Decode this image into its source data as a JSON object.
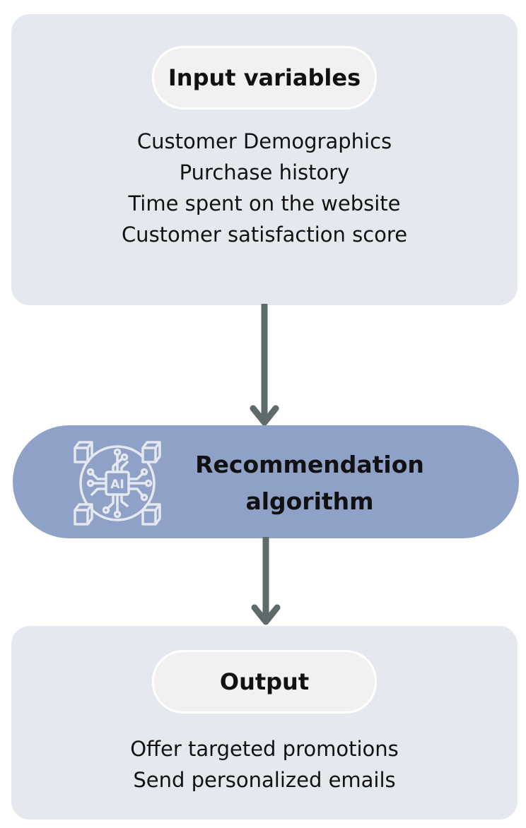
{
  "input": {
    "title": "Input variables",
    "items": [
      "Customer Demographics",
      "Purchase history",
      "Time spent on the website",
      "Customer satisfaction score"
    ]
  },
  "algorithm": {
    "title_line1": "Recommendation",
    "title_line2": "algorithm",
    "icon": "ai-chip-network-icon",
    "icon_text": "AI"
  },
  "output": {
    "title": "Output",
    "items": [
      "Offer targeted promotions",
      "Send personalized emails"
    ]
  },
  "colors": {
    "panel": "#e5e8ee",
    "pill": "#f2f0f0",
    "algorithm": "#8fa1c6",
    "arrow": "#5f6a6a"
  }
}
